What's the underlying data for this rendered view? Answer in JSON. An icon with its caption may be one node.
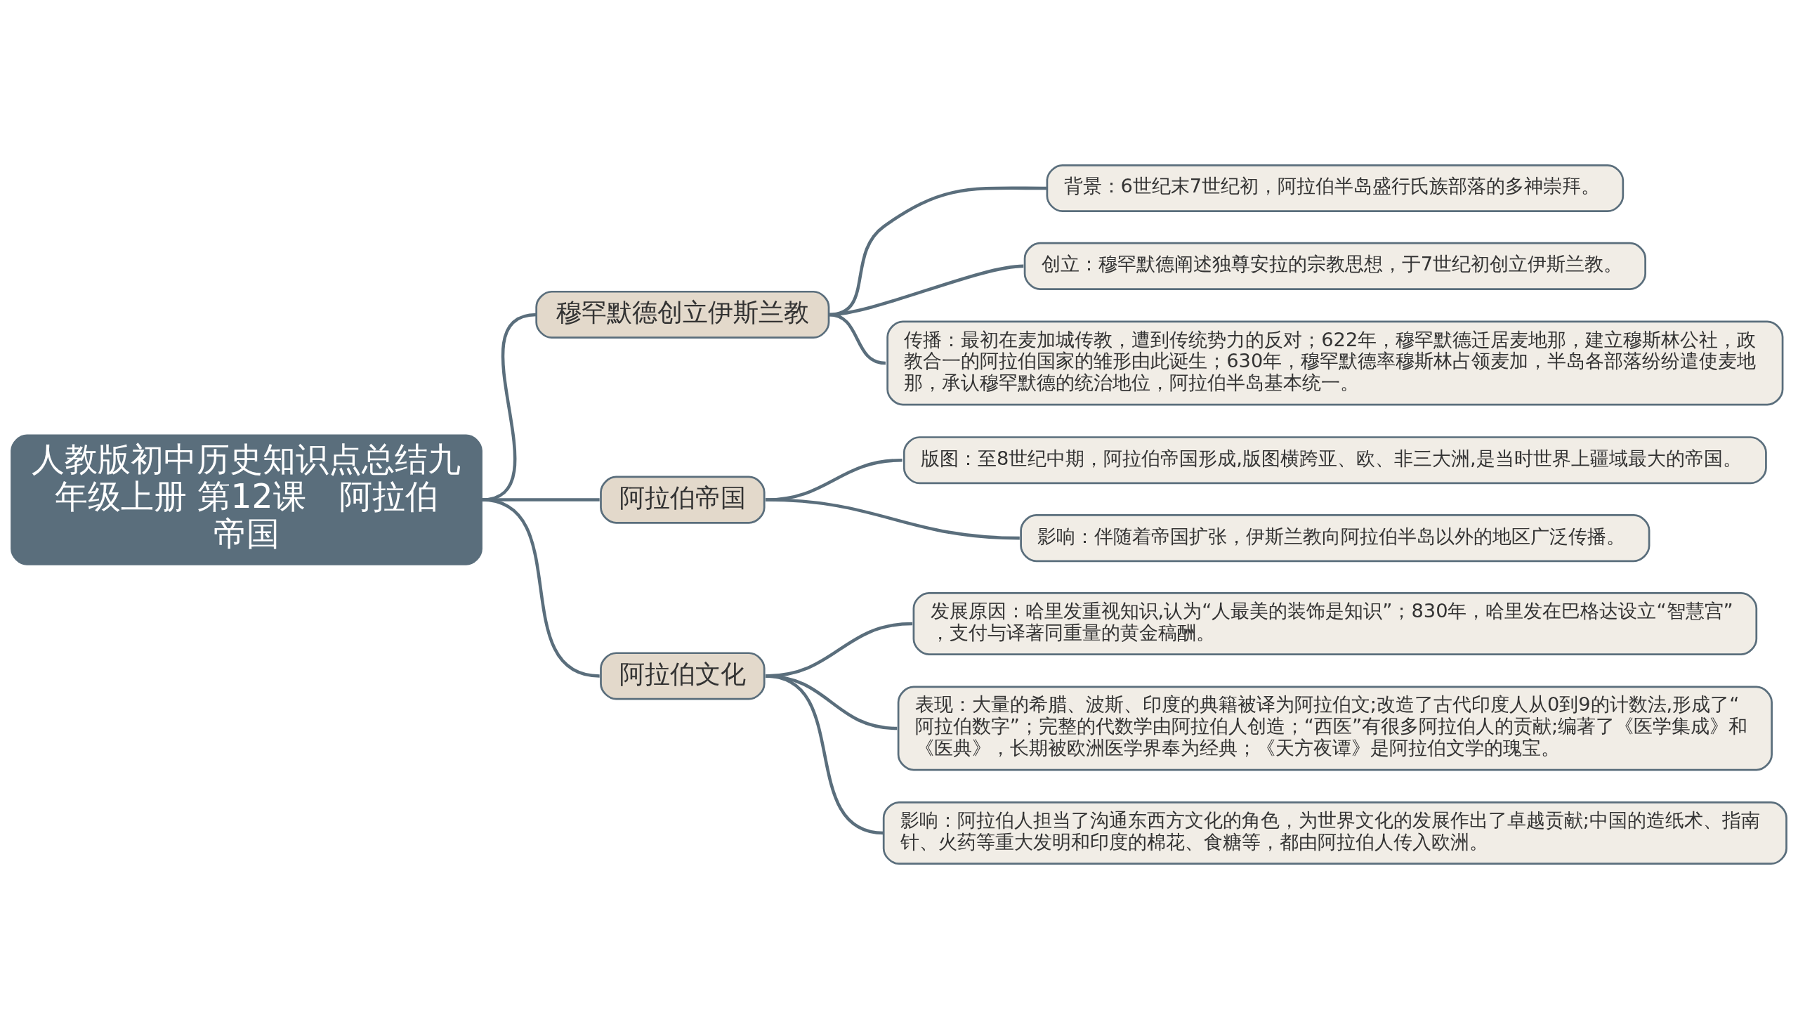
{
  "diagram": {
    "nodes": [
      {
        "text": [
          "人教版初中历史知识点总结九年级上册 第12课　阿拉伯帝国"
        ]
      },
      {
        "text": [
          "穆罕默德创立伊斯兰教"
        ]
      },
      {
        "text": [
          "背景：6世纪末7世纪初，阿拉伯半岛盛行氏族部落的多神崇拜。"
        ]
      },
      {
        "text": [
          "创立：穆罕默德阐述独尊安拉的宗教思想，于7世纪初创立伊斯兰教。"
        ]
      },
      {
        "text": [
          "传播：最初在麦加城传教，遭到传统势力的反对；622年，穆罕默德迁居麦地那，建立穆斯林公社，政教合一的阿拉伯国家的雏形由此诞生；630年，穆罕默德率穆斯林占领麦加，半岛各部落纷纷遣使麦地那，承认穆罕默德的统治地位，阿拉伯半岛基本统一。"
        ]
      },
      {
        "text": [
          "阿拉伯帝国"
        ]
      },
      {
        "text": [
          "版图：至8世纪中期，阿拉伯帝国形成,版图横跨亚、欧、非三大洲,是当时世界上疆域最大的帝国。"
        ]
      },
      {
        "text": [
          "影响：伴随着帝国扩张，伊斯兰教向阿拉伯半岛以外的地区广泛传播。"
        ]
      },
      {
        "text": [
          "阿拉伯文化"
        ]
      },
      {
        "text": [
          "发展原因：哈里发重视知识,认为“人最美的装饰是知识”；830年，哈里发在巴格达设立“智慧宫”，支付与译著同重量的黄金稿酬。"
        ]
      },
      {
        "text": [
          "表现：大量的希腊、波斯、印度的典籍被译为阿拉伯文;改造了古代印度人从0到9的计数法,形成了“阿拉伯数字”；完整的代数学由阿拉伯人创造；“西医”有很多阿拉伯人的贡献;编著了《医学集成》和《医典》，长期被欧洲医学界奉为经典；《天方夜谭》是阿拉伯文学的瑰宝。"
        ]
      },
      {
        "text": [
          "影响：阿拉伯人担当了沟通东西方文化的角色，为世界文化的发展作出了卓越贡献;中国的造纸术、指南针、火药等重大发明和印度的棉花、食糖等，都由阿拉伯人传入欧洲。"
        ]
      }
    ],
    "edges": [
      {
        "from": 0,
        "to": 1,
        "arrow": "none"
      },
      {
        "from": 1,
        "to": 2,
        "arrow": "none"
      },
      {
        "from": 1,
        "to": 3,
        "arrow": "none"
      },
      {
        "from": 1,
        "to": 4,
        "arrow": "none"
      },
      {
        "from": 0,
        "to": 5,
        "arrow": "none"
      },
      {
        "from": 5,
        "to": 6,
        "arrow": "none"
      },
      {
        "from": 5,
        "to": 7,
        "arrow": "none"
      },
      {
        "from": 0,
        "to": 8,
        "arrow": "none"
      },
      {
        "from": 8,
        "to": 9,
        "arrow": "none"
      },
      {
        "from": 8,
        "to": 10,
        "arrow": "none"
      },
      {
        "from": 8,
        "to": 11,
        "arrow": "none"
      }
    ]
  }
}
